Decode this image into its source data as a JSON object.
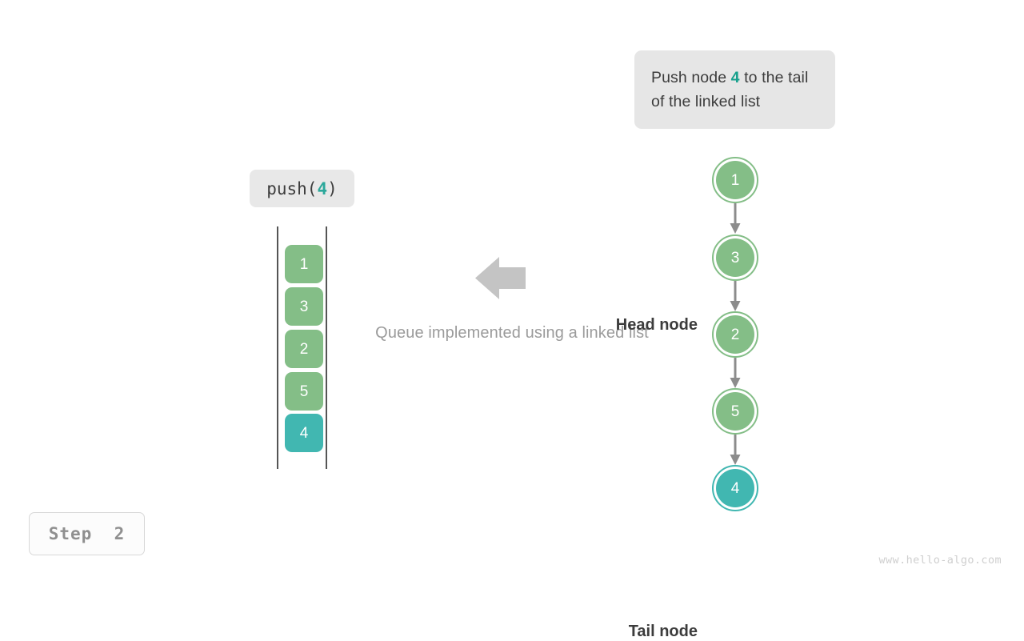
{
  "callout": {
    "text_before": "Push node ",
    "highlight": "4",
    "text_after": " to the tail of the linked list",
    "bg_color": "#e6e6e6",
    "highlight_color": "#16a08c"
  },
  "operation": {
    "name": "push",
    "open_paren": "(",
    "argument": "4",
    "close_paren": ")",
    "bg_color": "#e8e8e8"
  },
  "queue": {
    "caption": "Queue implemented using a linked list",
    "cells": [
      {
        "value": "1",
        "color": "green"
      },
      {
        "value": "3",
        "color": "green"
      },
      {
        "value": "2",
        "color": "green"
      },
      {
        "value": "5",
        "color": "green"
      },
      {
        "value": "4",
        "color": "teal"
      }
    ]
  },
  "linked_list": {
    "head_label": "Head node",
    "tail_label": "Tail node",
    "nodes": [
      {
        "value": "1",
        "color": "green"
      },
      {
        "value": "3",
        "color": "green"
      },
      {
        "value": "2",
        "color": "green"
      },
      {
        "value": "5",
        "color": "green"
      },
      {
        "value": "4",
        "color": "teal"
      }
    ]
  },
  "step": {
    "label": "Step  2"
  },
  "watermark": {
    "text": "www.hello-algo.com"
  },
  "colors": {
    "green": "#84be87",
    "teal": "#41b7b1",
    "arrow_gray": "#8c8c8c",
    "block_arrow_gray": "#c4c4c4",
    "text_dark": "#3c3c3c",
    "text_muted": "#9b9b9b"
  }
}
